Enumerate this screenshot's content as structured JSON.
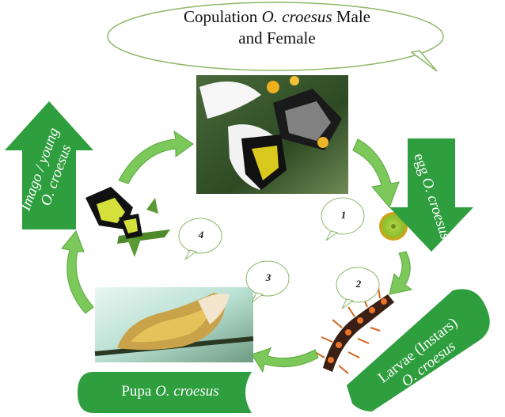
{
  "title": {
    "prefix": "Copulation ",
    "species": "O. croesus",
    "suffix_line1": " Male",
    "line2": "and Female"
  },
  "stages": {
    "egg": {
      "word": "egg ",
      "species": "O. croesus"
    },
    "larvae": {
      "line1": "Larvae (Instars)",
      "species": "O. croesus"
    },
    "pupa": {
      "word": "Pupa ",
      "species": "O. croesus"
    },
    "imago": {
      "line1": "Imago / young",
      "species": "O. croesus"
    }
  },
  "steps": {
    "one": "1",
    "two": "2",
    "three": "3",
    "four": "4"
  },
  "colors": {
    "banner_green": "#2e9e3e",
    "arrow_green": "#7cc85a",
    "arrow_edge": "#5aa83e",
    "ellipse_stroke": "#8fb86a"
  },
  "icons": {
    "copulation_photo": "mating-butterflies-photo",
    "egg": "egg-icon",
    "larva": "caterpillar-icon",
    "pupa_photo": "chrysalis-photo",
    "imago": "butterfly-icon"
  }
}
